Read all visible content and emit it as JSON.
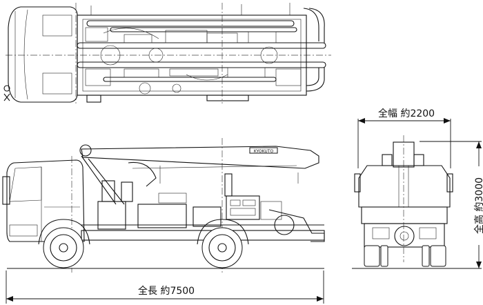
{
  "dimensions": {
    "overall_width_label": "全幅 約2200",
    "overall_height_label": "全高 約3000",
    "overall_length_label": "全長 約7500"
  },
  "boom_badge_text": "KYOKUTO"
}
